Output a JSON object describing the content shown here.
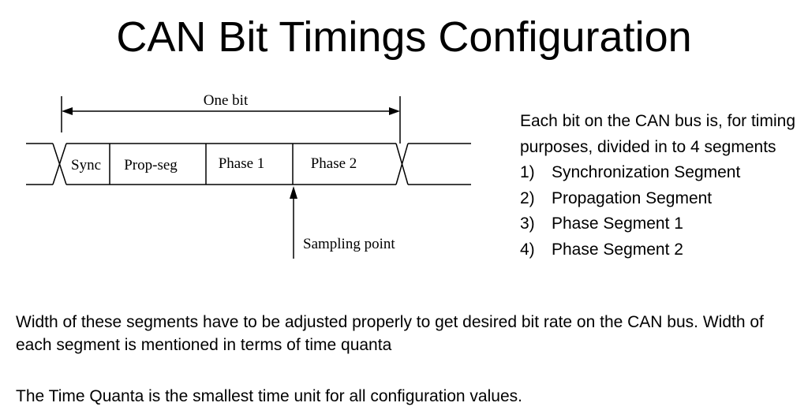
{
  "title": "CAN Bit Timings Configuration",
  "diagram": {
    "bit_label": "One bit",
    "segments": [
      "Sync",
      "Prop-seg",
      "Phase 1",
      "Phase 2"
    ],
    "sampling_label": "Sampling point"
  },
  "description": {
    "intro": "Each bit on the CAN bus is, for timing purposes, divided in to 4 segments",
    "segment_list": [
      {
        "number": "1)",
        "label": "Synchronization Segment"
      },
      {
        "number": "2)",
        "label": "Propagation Segment"
      },
      {
        "number": "3)",
        "label": "Phase Segment 1"
      },
      {
        "number": "4)",
        "label": "Phase Segment 2"
      }
    ]
  },
  "paragraphs": {
    "width_note": "Width of these segments have to be adjusted properly to get desired bit rate on the CAN bus. Width of each segment is mentioned in terms of time quanta",
    "quanta_note": "The Time Quanta is the smallest time unit for all configuration values."
  }
}
